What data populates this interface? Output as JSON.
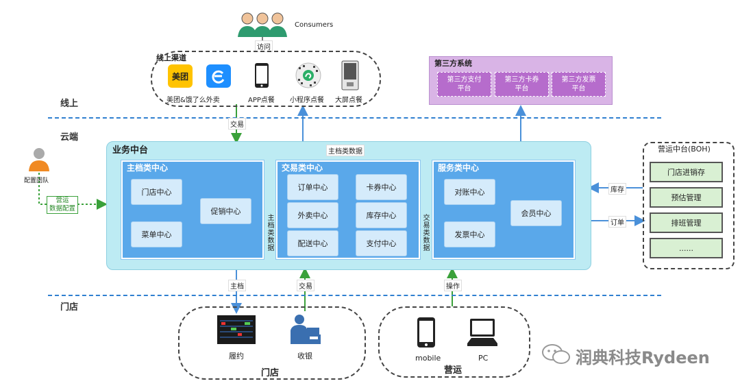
{
  "consumers": {
    "label": "Consumers",
    "visit": "访问"
  },
  "online_channel": {
    "title": "线上渠道",
    "meituan_logo": "美团",
    "items": [
      "美团&饿了么外卖",
      "APP点餐",
      "小程序点餐",
      "大屏点餐"
    ]
  },
  "third_party": {
    "title": "第三方系统",
    "items": [
      "第三方支付\n平台",
      "第三方卡券\n平台",
      "第三方发票\n平台"
    ]
  },
  "regions": {
    "online": "线上",
    "cloud": "云端",
    "store": "门店"
  },
  "config_team": {
    "label": "配置团队",
    "action": "营运\n数据配置"
  },
  "middle_platform": {
    "title": "业务中台",
    "master_data_flow": "主档类数据",
    "master_center": {
      "title": "主档类中心",
      "items": [
        "门店中心",
        "促销中心",
        "菜单中心"
      ]
    },
    "trade_center": {
      "title": "交易类中心",
      "items": [
        "订单中心",
        "卡券中心",
        "外卖中心",
        "库存中心",
        "配送中心",
        "支付中心"
      ]
    },
    "service_center": {
      "title": "服务类中心",
      "items": [
        "对账中心",
        "会员中心",
        "发票中心"
      ]
    },
    "master_to_trade": "主档类数据",
    "trade_to_service": "交易类数据"
  },
  "boh": {
    "title": "营运中台(BOH)",
    "items": [
      "门店进销存",
      "预估管理",
      "排班管理",
      "......"
    ],
    "inventory": "库存",
    "order": "订单"
  },
  "edges": {
    "trade_down": "交易",
    "master": "主档",
    "trade_up": "交易",
    "operate": "操作"
  },
  "store": {
    "title": "门店",
    "items": [
      "履约",
      "收银"
    ]
  },
  "operations": {
    "title": "营运",
    "items": [
      "mobile",
      "PC"
    ]
  },
  "watermark": "润典科技Rydeen",
  "colors": {
    "accent": "#2f7fd0",
    "panel": "#5aa8ea",
    "middle_bg": "#bdebf3",
    "third_party": "#d9b4e6",
    "green_arrow": "#3aa13a"
  }
}
